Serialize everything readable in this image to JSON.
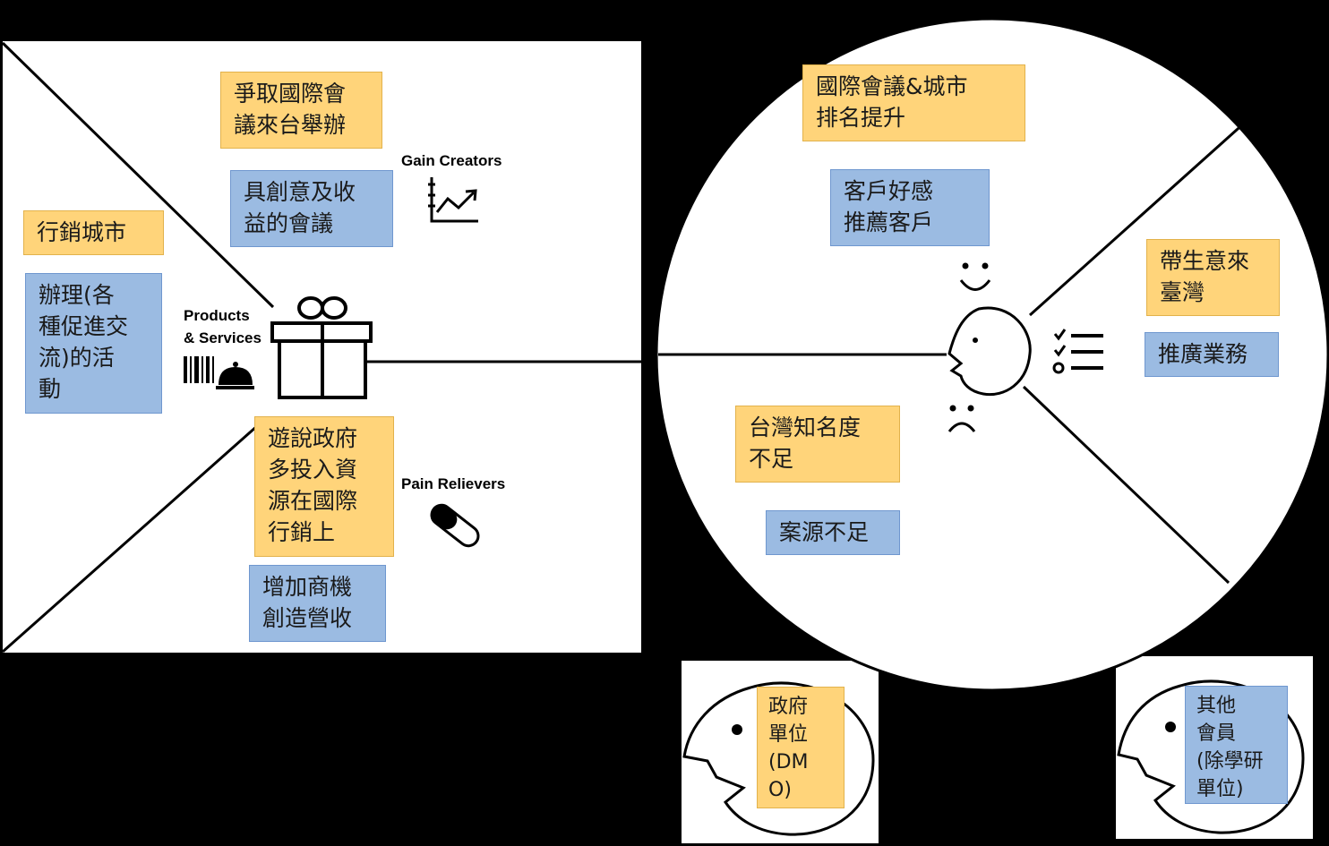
{
  "icons": {
    "gift": "gift-icon",
    "products": "barcode-and-cloche-icon",
    "gain": "trending-up-chart-icon",
    "pain": "pill-capsule-icon",
    "customer": "customer-head-icon",
    "jobs": "checklist-icon",
    "smile": "smile-icon",
    "frown": "frown-icon"
  },
  "colors": {
    "yellow_note": "#ffd47a",
    "blue_note": "#9bbbe2",
    "background": "#000000"
  },
  "value_map": {
    "products_services": {
      "label": "Products\n& Services",
      "notes": [
        "行銷城市",
        "辦理(各\n種促進交\n流)的活\n動"
      ]
    },
    "gain_creators": {
      "label": "Gain Creators",
      "notes": [
        "爭取國際會\n議來台舉辦",
        "具創意及收\n益的會議"
      ]
    },
    "pain_relievers": {
      "label": "Pain Relievers",
      "notes": [
        "遊說政府\n多投入資\n源在國際\n行銷上",
        "增加商機\n創造營收"
      ]
    }
  },
  "customer_profile": {
    "gains": [
      "國際會議&城市\n排名提升",
      "客戶好感\n推薦客戶"
    ],
    "jobs": [
      "帶生意來\n臺灣",
      "推廣業務"
    ],
    "pains": [
      "台灣知名度\n不足",
      "案源不足"
    ]
  },
  "segments": [
    {
      "label": "政府\n單位\n(DM\nO)",
      "color": "yellow"
    },
    {
      "label": "其他\n會員\n(除學研\n單位)",
      "color": "blue"
    }
  ]
}
